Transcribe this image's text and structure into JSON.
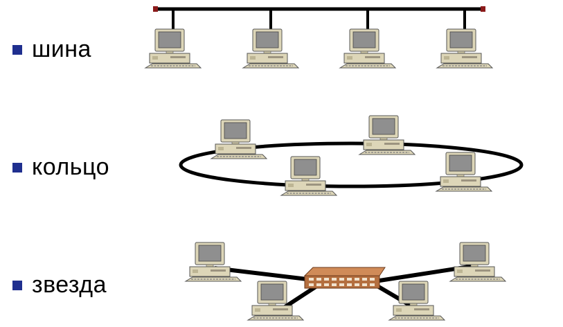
{
  "topologies": [
    {
      "id": "bus",
      "label": "шина"
    },
    {
      "id": "ring",
      "label": "кольцо"
    },
    {
      "id": "star",
      "label": "звезда"
    }
  ],
  "colors": {
    "bullet": "#1f2f8f",
    "cable": "#000000",
    "bus_terminator": "#8b1a1a",
    "computer_case": "#ddd6b8",
    "computer_outline": "#555555",
    "monitor_screen": "#8f8f8f",
    "hub_body": "#b46f3f"
  },
  "icons": {
    "computer": "desktop-computer-icon",
    "hub": "network-hub-icon"
  }
}
